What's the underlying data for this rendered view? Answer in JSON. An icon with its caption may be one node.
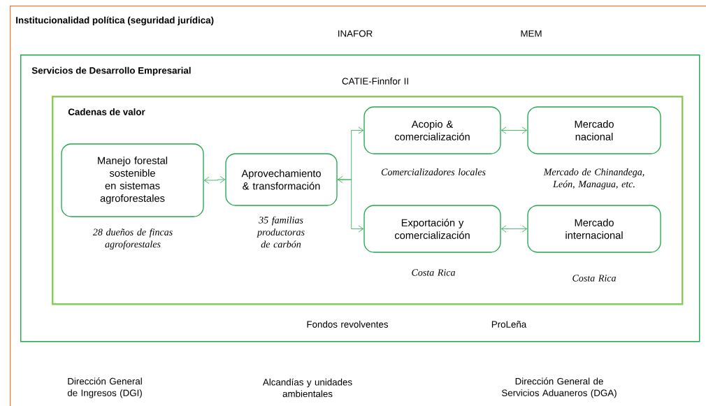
{
  "diagram": {
    "nodes": [
      {
        "text": [
          "Institucionalidad política (seguridad jurídica)"
        ]
      },
      {
        "text": [
          "Servicios de Desarrollo Empresarial"
        ],
        "in": 0
      },
      {
        "text": [
          "Cadenas de valor"
        ],
        "in": 1
      },
      {
        "text": [
          "Manejo forestal sostenible en sistemas agroforestales"
        ],
        "in": 2,
        "beside": [
          "28 dueños de fincas agroforestales"
        ]
      },
      {
        "text": [
          "Aprovechamiento & transformación"
        ],
        "in": 2,
        "beside": [
          "35 familias productoras de carbón"
        ]
      },
      {
        "text": [
          "Acopio & comercialización"
        ],
        "in": 2,
        "beside": [
          "Comercializadores locales"
        ]
      },
      {
        "text": [
          "Mercado nacional"
        ],
        "in": 2,
        "beside": [
          "Mercado de Chinandega, León, Managua, etc."
        ]
      },
      {
        "text": [
          "Exportación y comercialización"
        ],
        "in": 2,
        "beside": [
          "Costa Rica"
        ]
      },
      {
        "text": [
          "Mercado internacional"
        ],
        "in": 2,
        "beside": [
          "Costa Rica"
        ]
      }
    ],
    "edges": [
      {
        "from": 3,
        "to": 4,
        "arrow": "both"
      },
      {
        "from": 4,
        "to": 5,
        "arrow": "both"
      },
      {
        "from": 4,
        "to": 7,
        "arrow": "to"
      },
      {
        "from": 5,
        "to": 6,
        "arrow": "both"
      },
      {
        "from": 7,
        "to": 8,
        "arrow": "both"
      }
    ],
    "labels": [
      "INAFOR",
      "MEM",
      "CATIE-Finnfor II",
      "Fondos revolventes",
      "ProLeña",
      "Dirección General de Ingresos (DGI)",
      "Alcandías y unidades ambientales",
      "Dirección General de Servicios Aduaneros (DGA)"
    ]
  }
}
